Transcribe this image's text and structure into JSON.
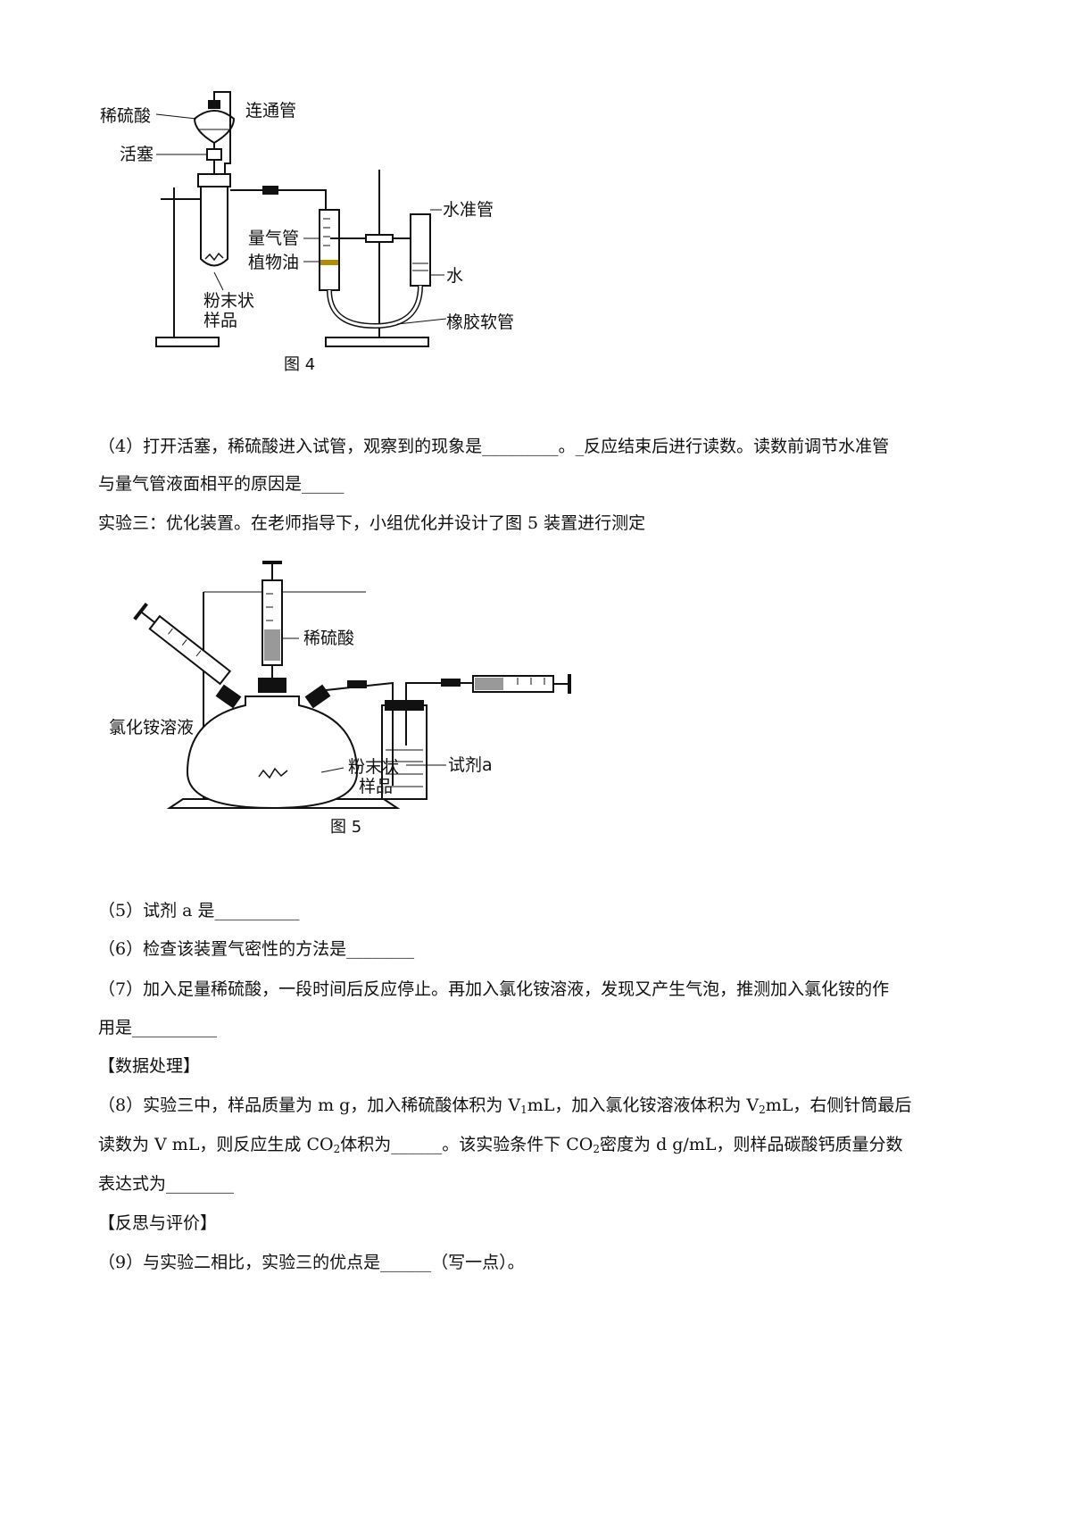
{
  "figure4": {
    "labels": {
      "acid": "稀硫酸",
      "connector": "连通管",
      "stopcock": "活塞",
      "water_tube": "水准管",
      "gas_burette": "量气管",
      "oil": "植物油",
      "water": "水",
      "sample_1": "粉末状",
      "sample_2": "样品",
      "hose": "橡胶软管"
    },
    "caption": "图 4"
  },
  "q4": {
    "line1": "（4）打开活塞，稀硫酸进入试管，观察到的现象是_________。_反应结束后进行读数。读数前调节水准管",
    "line2": "与量气管液面相平的原因是_____"
  },
  "exp3_intro": "实验三：优化装置。在老师指导下，小组优化并设计了图 5 装置进行测定",
  "figure5": {
    "labels": {
      "acid": "稀硫酸",
      "nh4cl": "氯化铵溶液",
      "sample_1": "粉末状",
      "sample_2": "样品",
      "reagent": "试剂a"
    },
    "caption": "图 5"
  },
  "q5": "（5）试剂 a 是__________",
  "q6": "（6）检查该装置气密性的方法是________",
  "q7": {
    "line1": "（7）加入足量稀硫酸，一段时间后反应停止。再加入氯化铵溶液，发现又产生气泡，推测加入氯化铵的作",
    "line2": "用是__________"
  },
  "section_data": "【数据处理】",
  "q8": {
    "a": "（8）实验三中，样品质量为 m g，加入稀硫酸体积为 V",
    "sub1": "1",
    "b": "mL，加入氯化铵溶液体积为 V",
    "sub2": "2",
    "c": "mL，右侧针筒最后",
    "d": "读数为 V mL，则反应生成 CO",
    "sub3": "2",
    "e": "体积为______。该实验条件下 CO",
    "sub4": "2",
    "f": "密度为 d g/mL，则样品碳酸钙质量分数",
    "g": "表达式为________"
  },
  "section_reflect": "【反思与评价】",
  "q9": "（9）与实验二相比，实验三的优点是______（写一点）。"
}
